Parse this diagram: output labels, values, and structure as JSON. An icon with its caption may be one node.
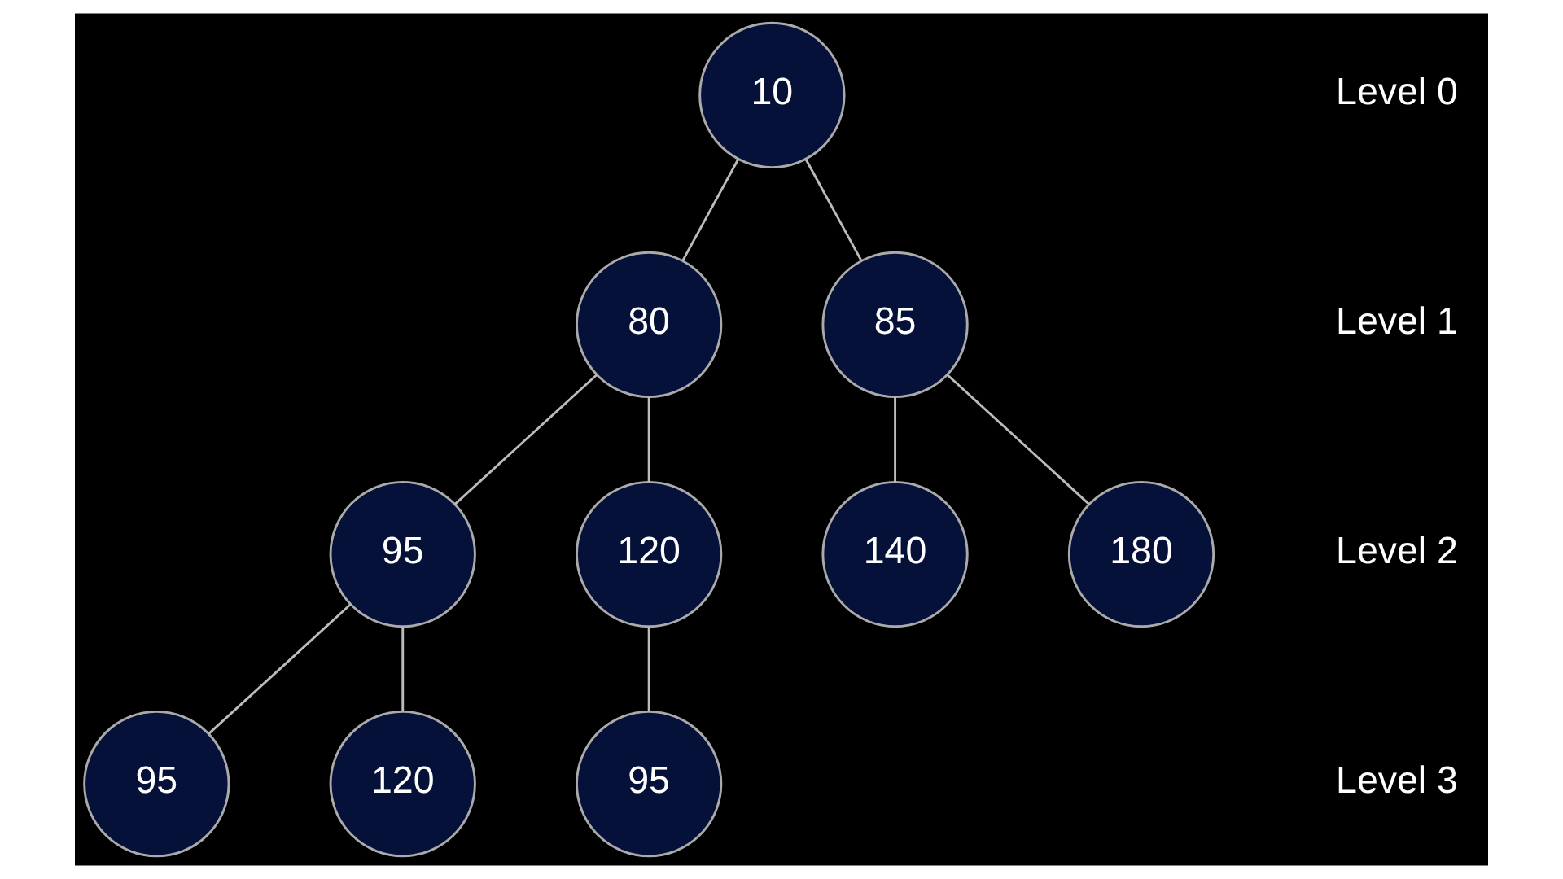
{
  "diagram": {
    "nodes": [
      {
        "text": [
          "10"
        ]
      },
      {
        "text": [
          "80"
        ]
      },
      {
        "text": [
          "85"
        ]
      },
      {
        "text": [
          "95"
        ]
      },
      {
        "text": [
          "120"
        ]
      },
      {
        "text": [
          "140"
        ]
      },
      {
        "text": [
          "180"
        ]
      },
      {
        "text": [
          "95"
        ]
      },
      {
        "text": [
          "120"
        ]
      },
      {
        "text": [
          "95"
        ]
      }
    ],
    "edges": [
      {
        "from": 0,
        "to": 1,
        "arrow": "none"
      },
      {
        "from": 0,
        "to": 2,
        "arrow": "none"
      },
      {
        "from": 1,
        "to": 3,
        "arrow": "none"
      },
      {
        "from": 1,
        "to": 4,
        "arrow": "none"
      },
      {
        "from": 2,
        "to": 5,
        "arrow": "none"
      },
      {
        "from": 2,
        "to": 6,
        "arrow": "none"
      },
      {
        "from": 3,
        "to": 7,
        "arrow": "none"
      },
      {
        "from": 3,
        "to": 8,
        "arrow": "none"
      },
      {
        "from": 4,
        "to": 9,
        "arrow": "none"
      }
    ],
    "labels": [
      "Level 0",
      "Level 1",
      "Level 2",
      "Level 3"
    ]
  }
}
